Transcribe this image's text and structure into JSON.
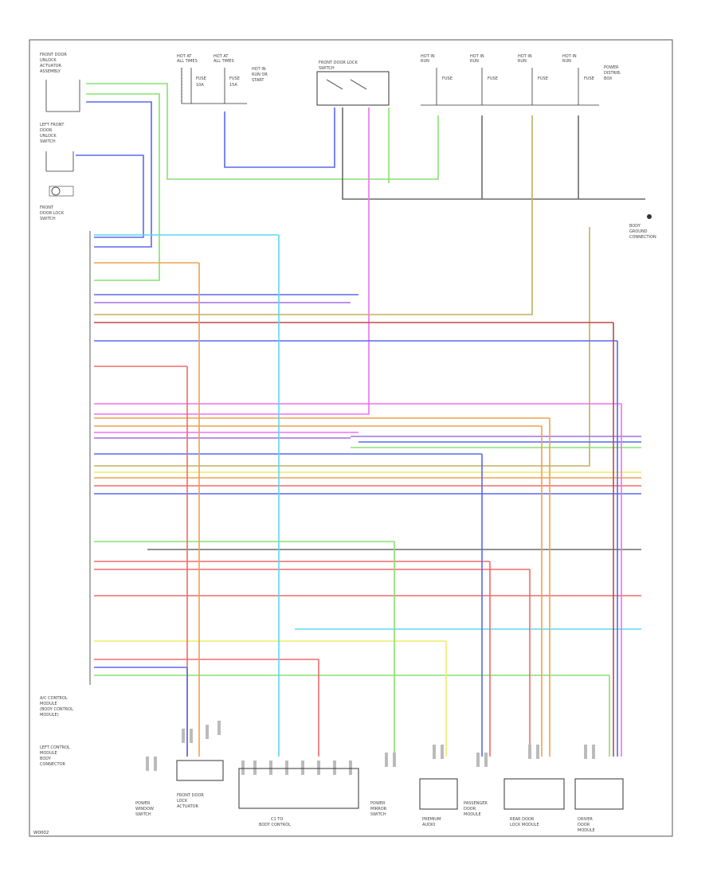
{
  "diagram": {
    "footer_code": "W0002",
    "colors": {
      "green": "#88e070",
      "blue": "#5a68f0",
      "cyan": "#5ad8f0",
      "red": "#f06a6a",
      "darkred": "#c04848",
      "orange": "#f0a050",
      "yellow": "#ecec6a",
      "magenta": "#f070f0",
      "purple": "#a070e0",
      "olive": "#c0b060",
      "gray": "#6a6a6a",
      "black": "#333333"
    },
    "top_components": [
      {
        "name": "left_top_1",
        "text": "FRONT DOOR\nUNLOCK\nACTUATOR\nASSEMBLY"
      },
      {
        "name": "left_top_2",
        "text": "LEFT FRONT\nDOOR\nUNLOCK\nSWITCH"
      },
      {
        "name": "top_fuse_a",
        "text": "HOT AT\nALL TIMES"
      },
      {
        "name": "top_fuse_b",
        "text": "HOT AT\nALL TIMES"
      },
      {
        "name": "top_fuse_c",
        "text": "HOT IN\nRUN"
      },
      {
        "name": "top_fuse_d",
        "text": "HOT IN\nRUN"
      },
      {
        "name": "top_fuse_e",
        "text": "HOT IN\nRUN"
      },
      {
        "name": "top_fuse_f",
        "text": "HOT IN\nRUN"
      },
      {
        "name": "center_switch",
        "text": "FRONT DOOR LOCK\nSWITCH"
      },
      {
        "name": "right_ground",
        "text": "BODY\nGROUND\nCONNECTION"
      }
    ],
    "bottom_components": [
      {
        "name": "comp1",
        "text": "POWER\nWINDOW\nSWITCH"
      },
      {
        "name": "comp2",
        "text": "FRONT DOOR\nLOCK\nACTUATOR"
      },
      {
        "name": "comp3",
        "text": "C1 TO\nBODY CONTROL"
      },
      {
        "name": "comp4",
        "text": "POWER\nMIRROR\nSWITCH"
      },
      {
        "name": "comp5",
        "text": "PREMIUM\nAUDIO"
      },
      {
        "name": "comp6",
        "text": "PASSENGER\nDOOR\nMODULE"
      },
      {
        "name": "comp7",
        "text": "REAR DOOR\nLOCK\nMODULE"
      },
      {
        "name": "comp8",
        "text": "DRIVER\nDOOR\nMODULE"
      }
    ],
    "left_module": {
      "text": "A/C CONTROL\nMODULE\n(BODY CONTROL\nMODULE)"
    },
    "left_bottom": {
      "text": "LEFT CONTROL\nMODULE\nBODY\nCONNECTOR"
    }
  }
}
